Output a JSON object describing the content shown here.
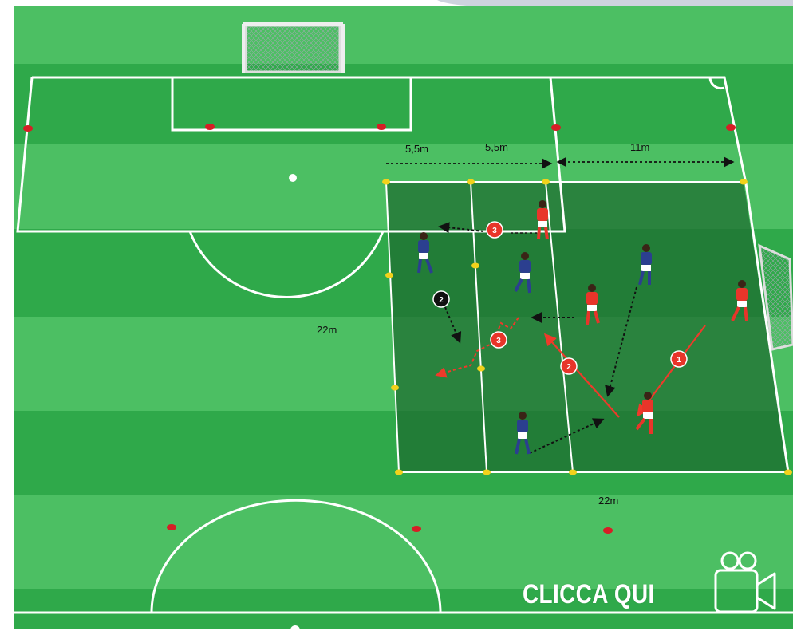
{
  "measurements": {
    "top_left": "5,5m",
    "top_middle": "5,5m",
    "top_right": "11m",
    "left_side": "22m",
    "bottom": "22m"
  },
  "markers": {
    "red_1": "1",
    "red_2": "2",
    "red_3": "3",
    "red_3b": "3",
    "black_2": "2"
  },
  "cta": {
    "label": "CLICCA QUI",
    "icon": "video-camera-icon"
  },
  "colors": {
    "grass_light": "#4cbf63",
    "grass_dark": "#2fa94a",
    "zone": "#1f6f32",
    "team_red": "#e8352a",
    "team_blue": "#2b3f8f",
    "cone_yellow": "#f2d21b",
    "cone_red": "#d61f26",
    "line": "#ffffff"
  }
}
